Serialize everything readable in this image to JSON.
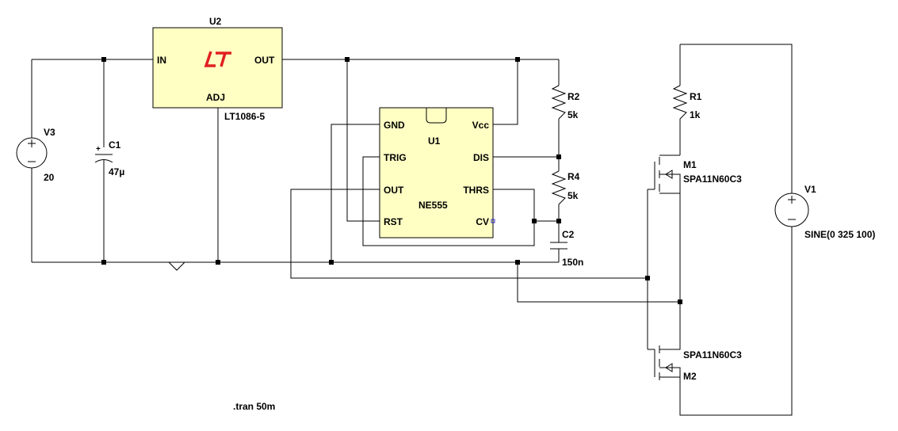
{
  "components": {
    "u2": {
      "ref": "U2",
      "part": "LT1086-5",
      "pins": {
        "in": "IN",
        "out": "OUT",
        "adj": "ADJ"
      },
      "logo_icon": "linear-technology-logo-icon"
    },
    "u1": {
      "ref": "U1",
      "part": "NE555",
      "pins": {
        "gnd": "GND",
        "trig": "TRIG",
        "out": "OUT",
        "rst": "RST",
        "vcc": "Vcc",
        "dis": "DIS",
        "thrs": "THRS",
        "cv": "CV"
      }
    },
    "v3": {
      "ref": "V3",
      "value": "20"
    },
    "c1": {
      "ref": "C1",
      "value": "47µ",
      "polarity": "+"
    },
    "r2": {
      "ref": "R2",
      "value": "5k"
    },
    "r4": {
      "ref": "R4",
      "value": "5k"
    },
    "c2": {
      "ref": "C2",
      "value": "150n"
    },
    "r1": {
      "ref": "R1",
      "value": "1k"
    },
    "m1": {
      "ref": "M1",
      "part": "SPA11N60C3"
    },
    "m2": {
      "ref": "M2",
      "part": "SPA11N60C3"
    },
    "v1": {
      "ref": "V1",
      "value": "SINE(0 325 100)"
    }
  },
  "directives": {
    "tran": ".tran 50m"
  },
  "colors": {
    "chip_fill": "#ffffc4",
    "logo": "#e02020",
    "wire": "#000000"
  }
}
